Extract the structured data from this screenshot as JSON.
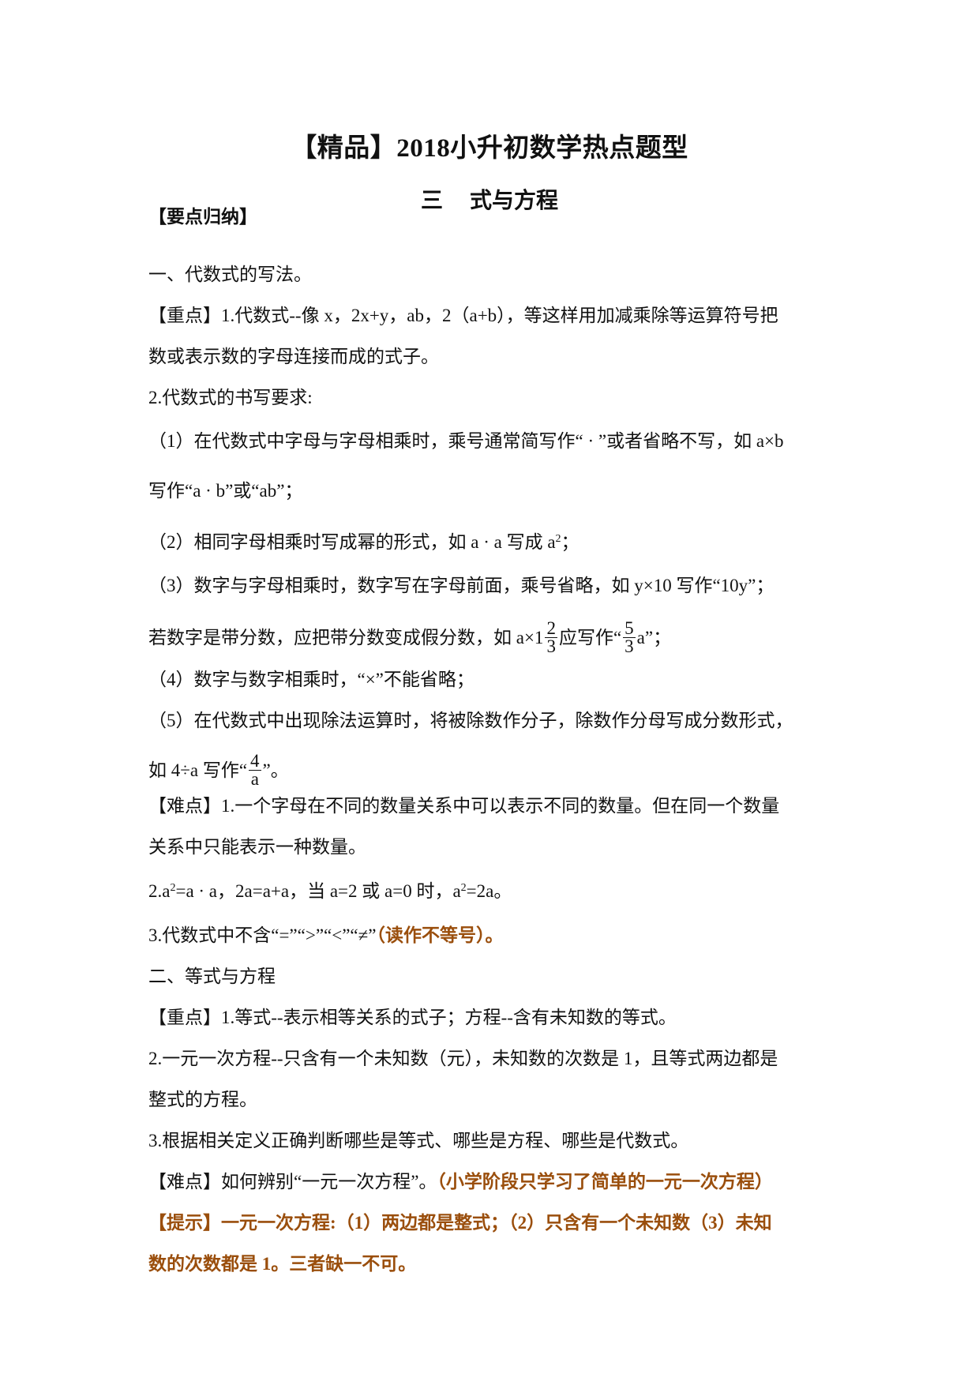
{
  "document": {
    "title": "【精品】2018小升初数学热点题型",
    "subtitle_num": "三",
    "subtitle_text": "式与方程",
    "section_header": "【要点归纳】",
    "part1": {
      "heading": "一、代数式的写法。",
      "key_label": "【重点】",
      "key_line1": "1.代数式--像 x，2x+y，ab，2（a+b），等这样用加减乘除等运算符号把",
      "key_line2": "数或表示数的字母连接而成的式子。",
      "req_heading": "2.代数式的书写要求:",
      "r1_line1": "（1）在代数式中字母与字母相乘时，乘号通常简写作“ · ”或者省略不写，如 a×b",
      "r1_line2": "写作“a · b”或“ab”；",
      "r2_prefix": "（2）相同字母相乘时写成幂的形式，如 a · a 写成 a",
      "r2_sup": "2",
      "r2_suffix": "；",
      "r3_line1": "（3）数字与字母相乘时，数字写在字母前面，乘号省略，如 y×10 写作“10y”；",
      "r3_line2_a": "若数字是带分数，应把带分数变成假分数，如 a×1",
      "r3_frac1_num": "2",
      "r3_frac1_den": "3",
      "r3_line2_b": "应写作“",
      "r3_frac2_num": "5",
      "r3_frac2_den": "3",
      "r3_line2_c": "a”；",
      "r4": "（4）数字与数字相乘时，“×”不能省略；",
      "r5_line1": "（5）在代数式中出现除法运算时，将被除数作分子，除数作分母写成分数形式，",
      "r5_line2_a": "如 4÷a 写作“",
      "r5_frac_num": "4",
      "r5_frac_den": "a",
      "r5_line2_b": "”。",
      "diff_label": "【难点】",
      "diff_line1": "1.一个字母在不同的数量关系中可以表示不同的数量。但在同一个数量",
      "diff_line2": "关系中只能表示一种数量。",
      "diff2_a": "2.a",
      "diff2_sup1": "2",
      "diff2_b": "=a · a，2a=a+a，当 a=2 或 a=0 时，a",
      "diff2_sup2": "2",
      "diff2_c": "=2a。",
      "diff3_plain": "3.代数式中不含“=”“>”“<”“≠”",
      "diff3_brown": "（读作不等号）。"
    },
    "part2": {
      "heading": "二、等式与方程",
      "key_label": "【重点】",
      "key1": "1.等式--表示相等关系的式子；方程--含有未知数的等式。",
      "key2_line1": "2.一元一次方程--只含有一个未知数（元），未知数的次数是 1，且等式两边都是",
      "key2_line2": "整式的方程。",
      "key3": "3.根据相关定义正确判断哪些是等式、哪些是方程、哪些是代数式。",
      "diff_label": "【难点】",
      "diff_plain": "如何辨别“一元一次方程”。",
      "diff_brown": "（小学阶段只学习了简单的一元一次方程）",
      "tip_line1": "【提示】一元一次方程:（1）两边都是整式；（2）只含有一个未知数（3）未知",
      "tip_line2": "数的次数都是 1。三者缺一不可。"
    },
    "colors": {
      "highlight_brown": "#9a4e0c",
      "text": "#111111"
    }
  }
}
